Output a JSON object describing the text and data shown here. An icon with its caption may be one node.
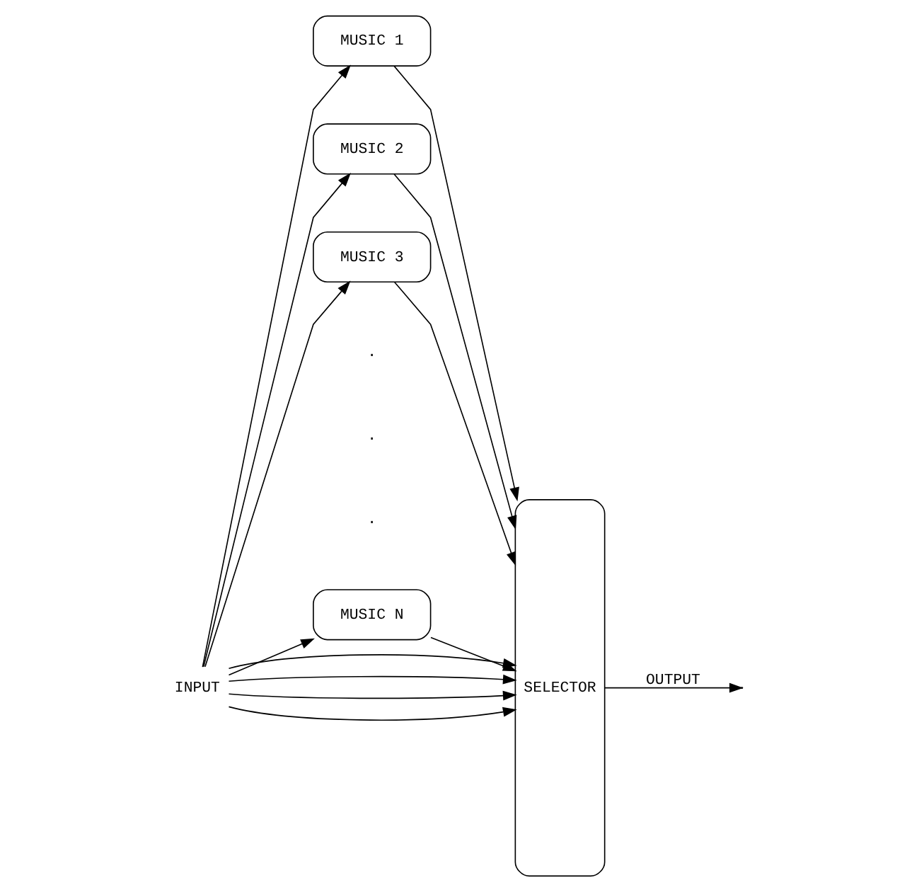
{
  "diagram": {
    "nodes": [
      {
        "text": [
          "INPUT"
        ]
      },
      {
        "text": [
          "MUSIC 1"
        ]
      },
      {
        "text": [
          "MUSIC 2"
        ]
      },
      {
        "text": [
          "MUSIC 3"
        ]
      },
      {
        "text": [
          "MUSIC N"
        ]
      },
      {
        "text": [
          "SELECTOR"
        ]
      }
    ],
    "edges": [
      {
        "from": 0,
        "to": 1,
        "arrow": "to"
      },
      {
        "from": 0,
        "to": 2,
        "arrow": "to"
      },
      {
        "from": 0,
        "to": 3,
        "arrow": "to"
      },
      {
        "from": 0,
        "to": 4,
        "arrow": "to"
      },
      {
        "from": 1,
        "to": 5,
        "arrow": "to"
      },
      {
        "from": 2,
        "to": 5,
        "arrow": "to"
      },
      {
        "from": 3,
        "to": 5,
        "arrow": "to"
      },
      {
        "from": 4,
        "to": 5,
        "arrow": "to"
      },
      {
        "from": 0,
        "to": 5,
        "arrow": "to"
      },
      {
        "from": 0,
        "to": 5,
        "arrow": "to"
      },
      {
        "from": 0,
        "to": 5,
        "arrow": "to"
      },
      {
        "from": 0,
        "to": 5,
        "arrow": "to"
      },
      {
        "from": 5,
        "to": null,
        "arrow": "to",
        "label": "OUTPUT"
      }
    ],
    "labels": [
      ".",
      ".",
      "."
    ]
  }
}
